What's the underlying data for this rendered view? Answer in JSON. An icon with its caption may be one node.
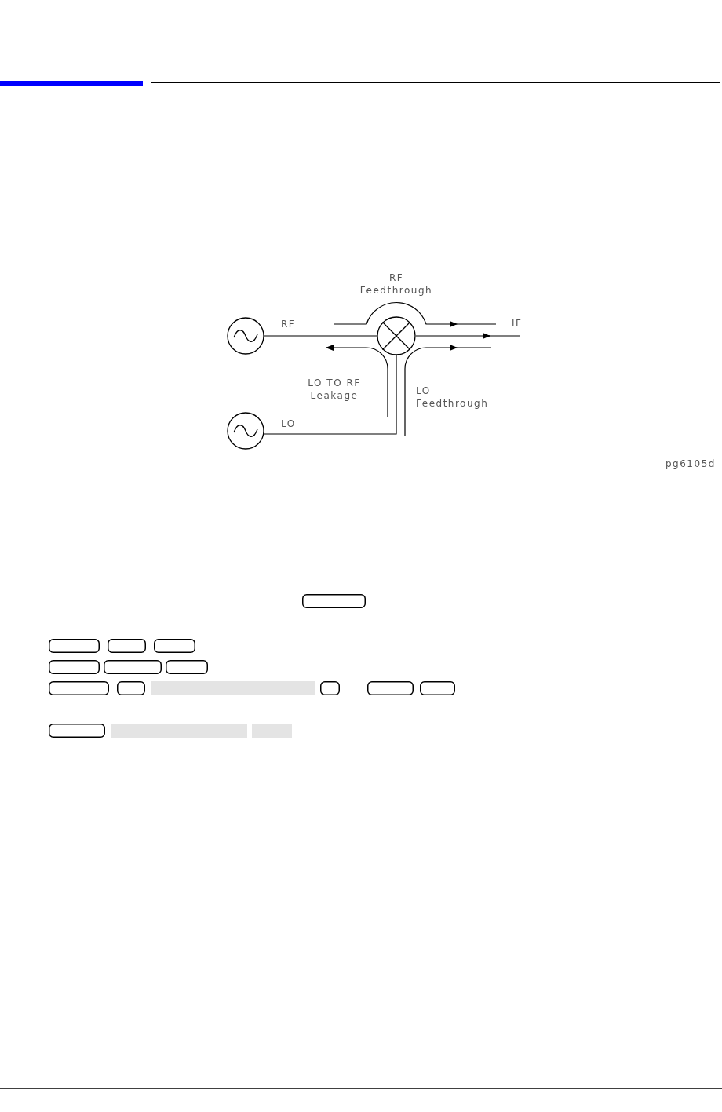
{
  "diagram": {
    "nodes": [
      {
        "text": [],
        "shape": "circle"
      },
      {
        "text": [],
        "shape": "circle"
      },
      {
        "text": [],
        "shape": "circle"
      },
      {
        "text": [],
        "shape": "box"
      },
      {
        "text": [],
        "shape": "box"
      },
      {
        "text": [],
        "shape": "box"
      },
      {
        "text": [],
        "shape": "box"
      },
      {
        "text": [],
        "shape": "box"
      },
      {
        "text": [],
        "shape": "box"
      },
      {
        "text": [],
        "shape": "box"
      },
      {
        "text": [],
        "shape": "box"
      },
      {
        "text": [],
        "shape": "box"
      },
      {
        "text": [],
        "shape": "bar"
      },
      {
        "text": [],
        "shape": "box"
      },
      {
        "text": [],
        "shape": "box"
      },
      {
        "text": [],
        "shape": "box"
      },
      {
        "text": [],
        "shape": "box"
      },
      {
        "text": [],
        "shape": "bar"
      },
      {
        "text": [],
        "shape": "bar"
      }
    ],
    "edges": [
      {
        "from": 0,
        "to": 2,
        "arrow": "none",
        "label": "RF"
      },
      {
        "from": 1,
        "to": 2,
        "arrow": "none",
        "label": "LO"
      },
      {
        "from": 2,
        "to": null,
        "arrow": "to",
        "label": "IF"
      }
    ],
    "labels": [
      "RF Feedthrough",
      "LO TO RF Leakage",
      "LO Feedthrough",
      "pg6105d"
    ]
  }
}
